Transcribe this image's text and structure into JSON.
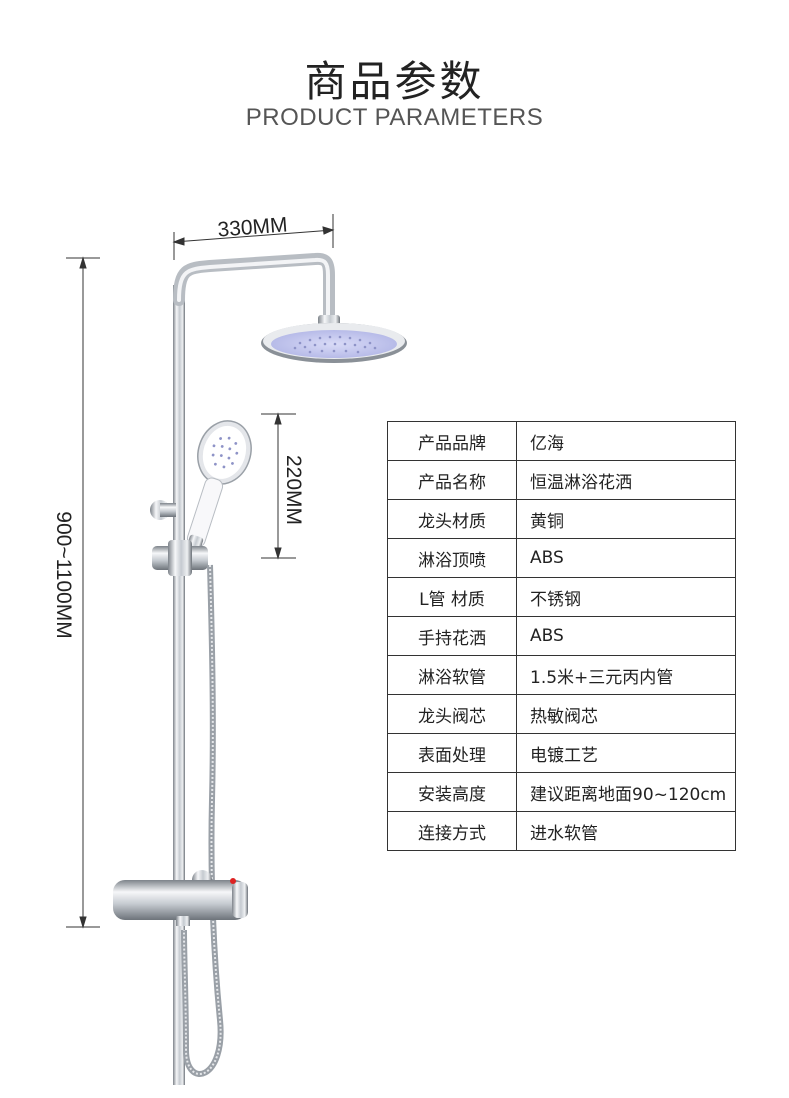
{
  "header": {
    "title_cn": "商品参数",
    "title_en": "PRODUCT PARAMETERS"
  },
  "dimensions": {
    "width_label": "330MM",
    "handheld_label": "220MM",
    "height_label": "900~1100MM"
  },
  "params": [
    {
      "key": "产品品牌",
      "value": "亿海"
    },
    {
      "key": "产品名称",
      "value": "恒温淋浴花洒"
    },
    {
      "key": "龙头材质",
      "value": "黄铜"
    },
    {
      "key": "淋浴顶喷",
      "value": "ABS"
    },
    {
      "key": "L管 材质",
      "value": "不锈钢"
    },
    {
      "key": "手持花洒",
      "value": "ABS"
    },
    {
      "key": "淋浴软管",
      "value": "1.5米+三元丙内管"
    },
    {
      "key": "龙头阀芯",
      "value": "热敏阀芯"
    },
    {
      "key": "表面处理",
      "value": "电镀工艺"
    },
    {
      "key": "安装高度",
      "value": "建议距离地面90~120cm"
    },
    {
      "key": "连接方式",
      "value": "进水软管"
    }
  ],
  "colors": {
    "chrome_light": "#f4f5f7",
    "chrome_dark": "#8c9299",
    "spray_face": "#c9ccf2",
    "line": "#333333"
  }
}
